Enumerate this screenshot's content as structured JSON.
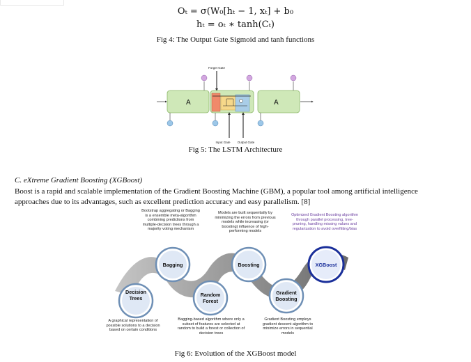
{
  "equations": {
    "eq1": "Oₜ = σ(W₀[hₜ − 1, xₜ] + b₀",
    "eq2": "hₜ = oₜ ∗ tanh(Cₜ)"
  },
  "captions": {
    "fig4": "Fig 4: The Output Gate Sigmoid and tanh functions",
    "fig5": "Fig 5: The LSTM Architecture",
    "fig6": "Fig 6: Evolution of the XGBoost model"
  },
  "lstm_diagram": {
    "forget_gate_label": "Forget Gate",
    "input_gate_label": "Input Gate",
    "output_gate_label": "Output Gate",
    "cell_label": "A"
  },
  "section": {
    "heading": "C.  eXtreme Gradient Boosting (XGBoost)",
    "paragraph_line1": "Boost is a rapid and scalable implementation of the Gradient Boosting Machine (GBM), a popular tool among artificial intelligence",
    "paragraph_line2": "approaches due to its advantages, such as excellent prediction accuracy and easy parallelism. [8]"
  },
  "xgboost_diagram": {
    "nodes": {
      "decision_trees": "Decision\nTrees",
      "bagging": "Bagging",
      "random_forest": "Random\nForest",
      "boosting": "Boosting",
      "gradient_boosting": "Gradient\nBoosting",
      "xgboost": "XGBoost"
    },
    "descriptions": {
      "bagging": "Bootstrap aggregating or Bagging is a ensemble meta-algorithm combining predictions from multiple-decision trees through a majority voting mechanism",
      "boosting": "Models are built sequentially by minimizing the errors from previous models while increasing (or boosting) influence of high-performing models",
      "xgboost": "Optimized Gradient Boosting algorithm through parallel processing, tree-pruning, handling missing values and regularization to avoid overfitting/bias",
      "decision_trees": "A graphical representation of possible solutions to a decision based on certain conditions",
      "random_forest": "Bagging-based algorithm where only a subset of features are selected at random to build a forest or collection of decision trees",
      "gradient_boosting": "Gradient Boosting employs gradient descent algorithm to minimize errors in sequential models"
    }
  }
}
